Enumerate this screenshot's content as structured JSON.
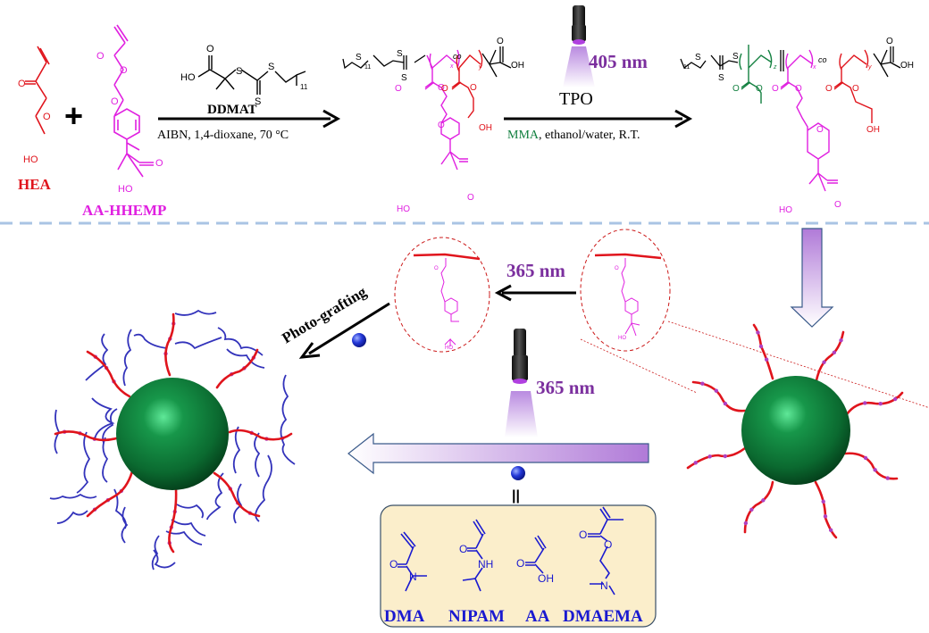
{
  "colors": {
    "hea": "#e0141c",
    "hhemp": "#e020e0",
    "mma": "#138040",
    "purple_text": "#7b2f9e",
    "monomer_blue": "#1a1ad0",
    "sphere": "#0f7a3a",
    "divider": "#a9c4e4",
    "box_fill": "#fbeecb"
  },
  "step1": {
    "monomer1_name": "HEA",
    "monomer2_name": "AA-HHEMP",
    "plus": "+",
    "cta_name": "DDMAT",
    "conditions": "AIBN, 1,4-dioxane, 70 °C",
    "hea_atoms": {
      "o1": "O",
      "o2": "O",
      "ho": "HO"
    },
    "hhemp_atoms": {
      "o1": "O",
      "o2": "O",
      "o3": "O",
      "o4": "O",
      "ho": "HO"
    },
    "ddmat_atoms": {
      "o": "O",
      "ho": "HO",
      "s1": "S",
      "s2": "S",
      "s3": "S",
      "n": "11"
    }
  },
  "polymer1": {
    "atoms": {
      "s1": "S",
      "s2": "S",
      "s3": "S",
      "n": "11",
      "co": "co",
      "x": "x",
      "y": "y",
      "o": "O",
      "oh": "OH",
      "m_o1": "O",
      "m_o2": "O",
      "m_o3": "O",
      "m_o4": "O",
      "m_ho": "HO",
      "r_o1": "O",
      "r_o2": "O",
      "r_oh": "OH"
    }
  },
  "step2": {
    "light": "405 nm",
    "catalyst": "TPO",
    "monomer": "MMA",
    "conditions_rest": ", ethanol/water, R.T."
  },
  "polymer2": {
    "atoms": {
      "s1": "S",
      "s2": "S",
      "s3": "S",
      "n": "11",
      "z": "z",
      "x": "x",
      "y": "y",
      "co": "co",
      "o": "O",
      "oh": "OH",
      "g_o1": "O",
      "g_o2": "O",
      "m_o1": "O",
      "m_o2": "O",
      "m_o3": "O",
      "m_o4": "O",
      "m_ho": "HO",
      "r_o1": "O",
      "r_o2": "O",
      "r_oh": "OH"
    }
  },
  "step3": {
    "light_top": "365 nm",
    "light_bottom": "365 nm",
    "photo_grafting": "Photo-grafting",
    "equals": "||"
  },
  "monomers": [
    {
      "name": "DMA"
    },
    {
      "name": "NIPAM"
    },
    {
      "name": "AA"
    },
    {
      "name": "DMAEMA"
    }
  ],
  "monomer_atoms": {
    "dma": {
      "o": "O",
      "n": "N"
    },
    "nipam": {
      "o": "O",
      "nh": "NH"
    },
    "aa": {
      "o": "O",
      "oh": "OH"
    },
    "dmaema": {
      "o1": "O",
      "o2": "O",
      "n": "N"
    }
  },
  "zoom_atoms": {
    "o": "O",
    "ho": "HO"
  }
}
